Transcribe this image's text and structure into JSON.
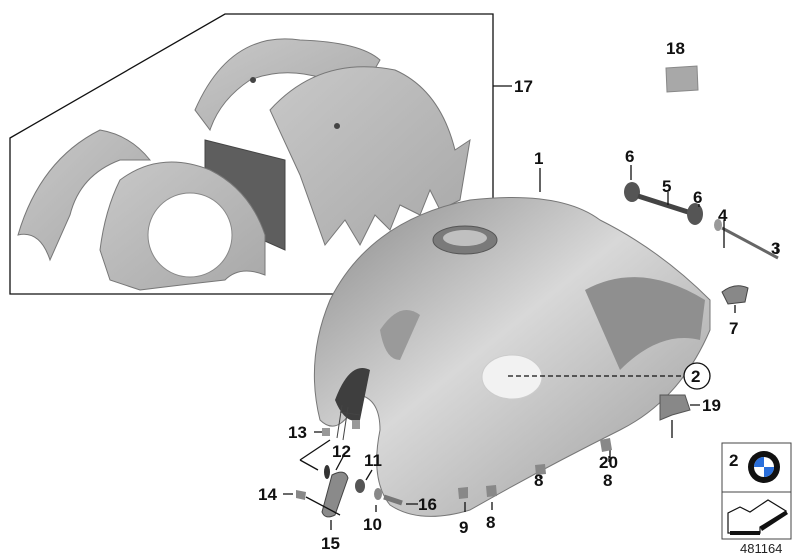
{
  "callouts": {
    "c1": "1",
    "c2": "2",
    "c3": "3",
    "c4": "4",
    "c5": "5",
    "c6a": "6",
    "c6b": "6",
    "c7": "7",
    "c8a": "8",
    "c8b": "8",
    "c8c": "8",
    "c9": "9",
    "c10": "10",
    "c11": "11",
    "c12": "12",
    "c13": "13",
    "c14": "14",
    "c15": "15",
    "c16": "16",
    "c17": "17",
    "c18": "18",
    "c19": "19",
    "c20": "20"
  },
  "legend": {
    "item_number": "2",
    "logo_text": "BMW",
    "logo_icon": "bmw-roundel-icon",
    "arrow_icon": "direction-arrow-icon"
  },
  "diagram_id": "481164",
  "colors": {
    "part_gray": "#b9b9b9",
    "part_dark": "#6e6e6e",
    "label": "#111111"
  }
}
